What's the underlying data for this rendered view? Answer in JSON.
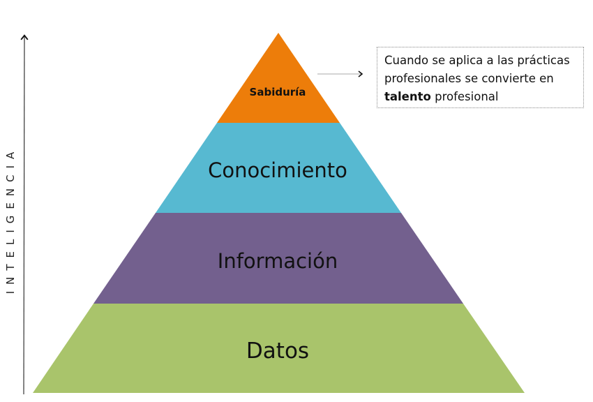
{
  "axis": {
    "label": "INTELIGENCIA"
  },
  "levels": [
    {
      "name": "Sabiduría",
      "color": "#ED7D0A"
    },
    {
      "name": "Conocimiento",
      "color": "#57B9D1"
    },
    {
      "name": "Información",
      "color": "#73608E"
    },
    {
      "name": "Datos",
      "color": "#A9C46B"
    }
  ],
  "note": {
    "text_before": "Cuando se aplica a las prácticas profesionales se convierte en",
    "bold": "talento",
    "text_after": "profesional"
  }
}
